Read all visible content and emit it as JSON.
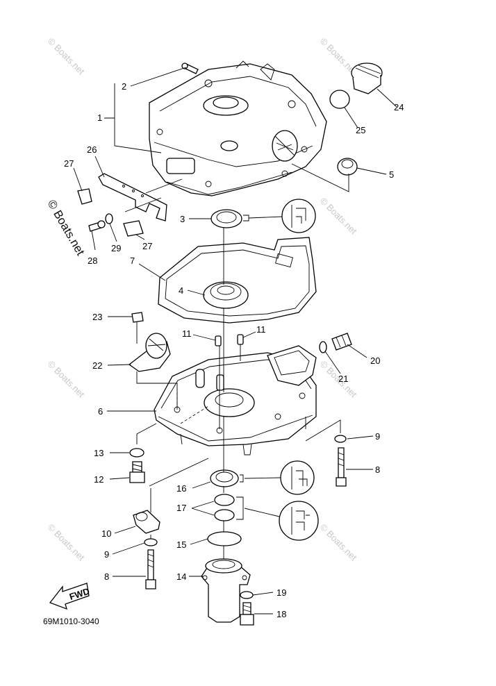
{
  "diagram": {
    "part_code": "69M1010-3040",
    "fwd_label": "FWD",
    "watermark_side": "© Boats.net",
    "watermark_tile": "© Boats.net",
    "callouts": [
      {
        "id": "c2",
        "text": "2"
      },
      {
        "id": "c1",
        "text": "1"
      },
      {
        "id": "c24",
        "text": "24"
      },
      {
        "id": "c25",
        "text": "25"
      },
      {
        "id": "c26",
        "text": "26"
      },
      {
        "id": "c27a",
        "text": "27"
      },
      {
        "id": "c5",
        "text": "5"
      },
      {
        "id": "c3",
        "text": "3"
      },
      {
        "id": "c29",
        "text": "29"
      },
      {
        "id": "c27b",
        "text": "27"
      },
      {
        "id": "c28",
        "text": "28"
      },
      {
        "id": "c7",
        "text": "7"
      },
      {
        "id": "c4",
        "text": "4"
      },
      {
        "id": "c23",
        "text": "23"
      },
      {
        "id": "c11a",
        "text": "11"
      },
      {
        "id": "c11b",
        "text": "11"
      },
      {
        "id": "c20",
        "text": "20"
      },
      {
        "id": "c22",
        "text": "22"
      },
      {
        "id": "c21",
        "text": "21"
      },
      {
        "id": "c6",
        "text": "6"
      },
      {
        "id": "c9a",
        "text": "9"
      },
      {
        "id": "c13",
        "text": "13"
      },
      {
        "id": "c8a",
        "text": "8"
      },
      {
        "id": "c12",
        "text": "12"
      },
      {
        "id": "c16",
        "text": "16"
      },
      {
        "id": "c17",
        "text": "17"
      },
      {
        "id": "c10",
        "text": "10"
      },
      {
        "id": "c15",
        "text": "15"
      },
      {
        "id": "c9b",
        "text": "9"
      },
      {
        "id": "c8b",
        "text": "8"
      },
      {
        "id": "c14",
        "text": "14"
      },
      {
        "id": "c19",
        "text": "19"
      },
      {
        "id": "c18",
        "text": "18"
      }
    ]
  }
}
